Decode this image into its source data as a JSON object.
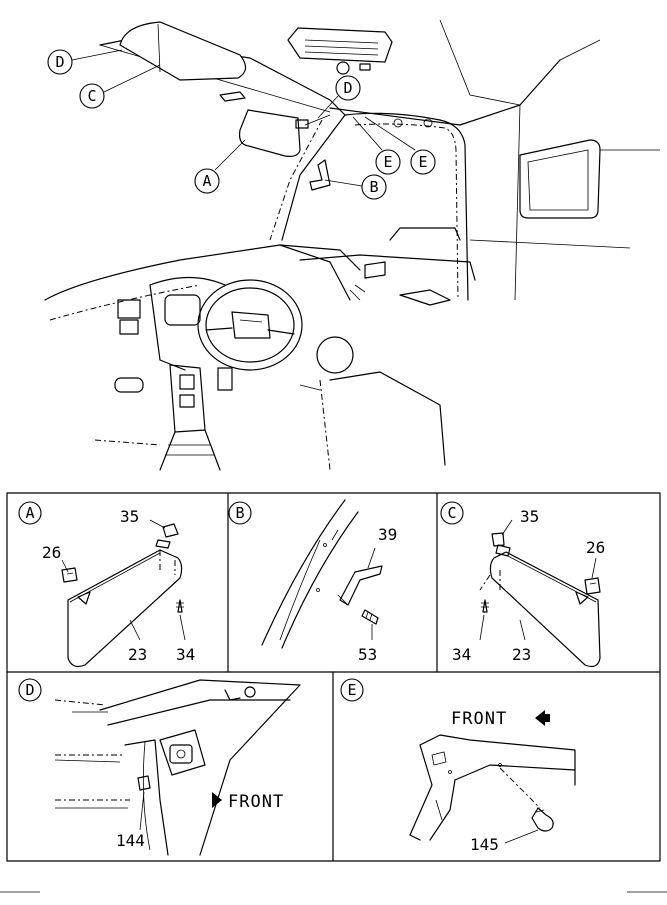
{
  "main_callouts": {
    "d_upper": "D",
    "c": "C",
    "d_lower": "D",
    "a": "A",
    "b": "B",
    "e_left": "E",
    "e_right": "E"
  },
  "panels": {
    "a": {
      "tag": "A",
      "parts": [
        "35",
        "26",
        "23",
        "34"
      ]
    },
    "b": {
      "tag": "B",
      "parts": [
        "39",
        "53"
      ]
    },
    "c": {
      "tag": "C",
      "parts": [
        "35",
        "26",
        "34",
        "23"
      ]
    },
    "d": {
      "tag": "D",
      "parts": [
        "144"
      ],
      "front_label": "FRONT"
    },
    "e": {
      "tag": "E",
      "parts": [
        "145"
      ],
      "front_label": "FRONT"
    }
  }
}
